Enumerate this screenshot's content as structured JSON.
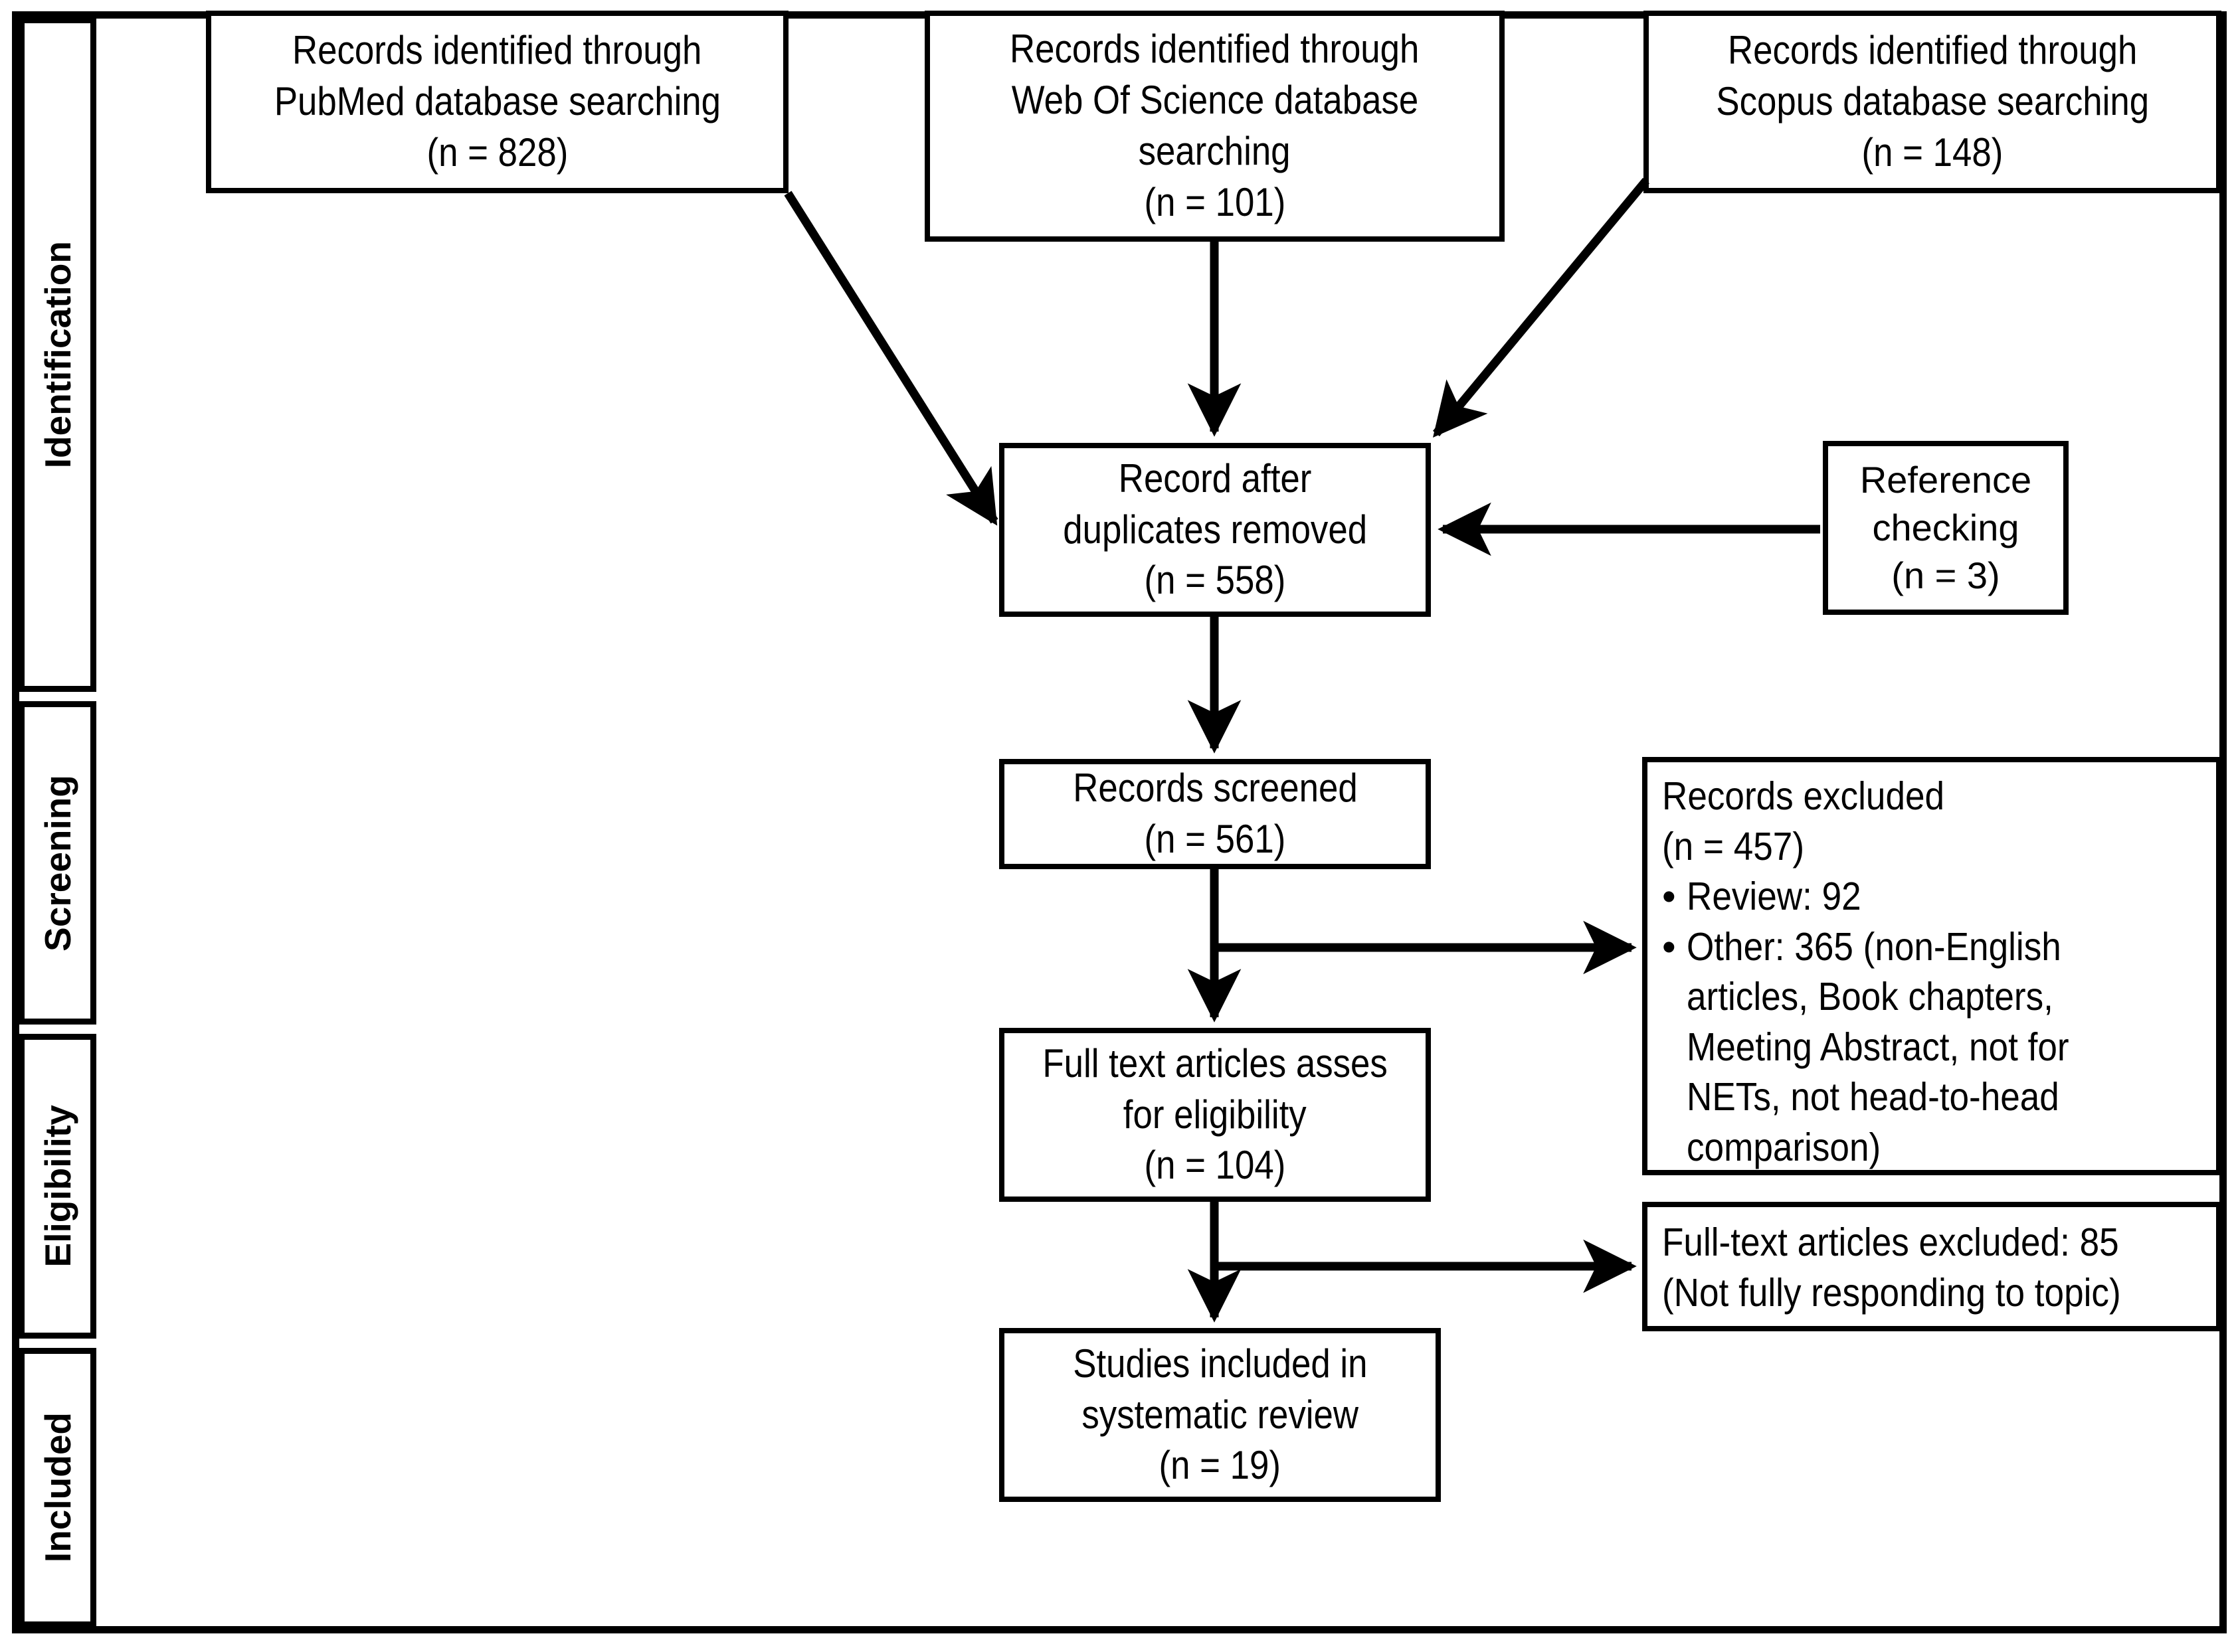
{
  "diagram": {
    "type": "prisma-flow-diagram",
    "title": "PRISMA study selection flow diagram"
  },
  "stages": [
    {
      "id": "identification",
      "label": "Identification"
    },
    {
      "id": "screening",
      "label": "Screening"
    },
    {
      "id": "eligibility",
      "label": "Eligibility"
    },
    {
      "id": "included",
      "label": "Included"
    }
  ],
  "boxes": {
    "pubmed": {
      "line1": "Records identified through",
      "line2": "PubMed database searching",
      "line3": "(n = 828)"
    },
    "wos": {
      "line1": "Records identified through",
      "line2": "Web Of Science database",
      "line3": "searching",
      "line4": "(n = 101)"
    },
    "scopus": {
      "line1": "Records identified through",
      "line2": "Scopus database searching",
      "line3": "(n = 148)"
    },
    "duplicates_removed": {
      "line1": "Record after",
      "line2": "duplicates removed",
      "line3": "(n = 558)"
    },
    "reference_checking": {
      "line1": "Reference",
      "line2": "checking",
      "line3": "(n = 3)"
    },
    "records_screened": {
      "line1": "Records screened",
      "line2": "(n = 561)"
    },
    "records_excluded": {
      "line1": "Records excluded",
      "line2": "(n = 457)",
      "bullet_marker": "•",
      "bullet1": "Review: 92",
      "bullet2": "Other: 365 (non-English articles, Book chapters, Meeting Abstract, not for NETs, not head-to-head comparison)"
    },
    "full_text_assessed": {
      "line1": "Full text articles asses",
      "line2": "for eligibility",
      "line3": "(n = 104)"
    },
    "full_text_excluded": {
      "line1": "Full-text articles excluded: 85",
      "line2": "(Not fully responding to topic)"
    },
    "studies_included": {
      "line1": "Studies included in",
      "line2": "systematic review",
      "line3": "(n = 19)"
    }
  },
  "counts": {
    "pubmed": 828,
    "web_of_science": 101,
    "scopus": 148,
    "after_duplicates": 558,
    "reference_checking": 3,
    "records_screened": 561,
    "records_excluded_total": 457,
    "records_excluded_review": 92,
    "records_excluded_other": 365,
    "full_text_assessed": 104,
    "full_text_excluded": 85,
    "studies_included": 19
  },
  "colors": {
    "stroke": "#000000",
    "fill": "#ffffff",
    "text": "#000000"
  }
}
